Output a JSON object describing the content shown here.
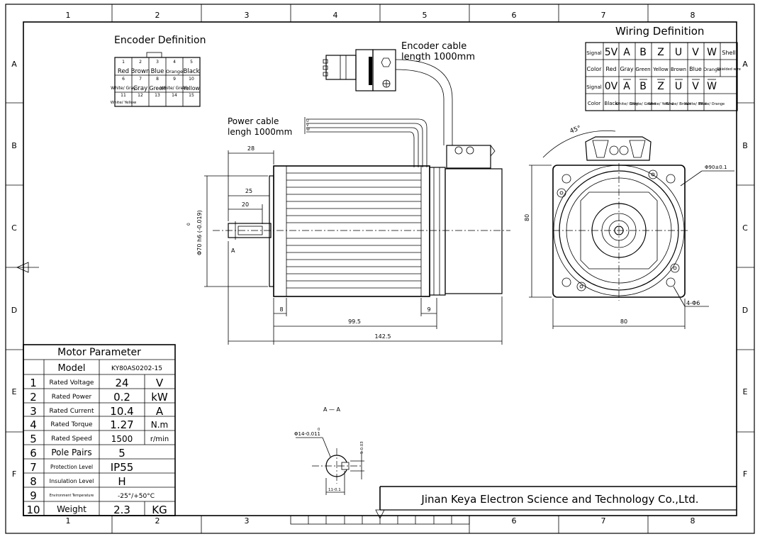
{
  "frame": {
    "col_numbers": [
      "1",
      "2",
      "3",
      "4",
      "5",
      "6",
      "7",
      "8"
    ],
    "bottom_col_numbers": [
      "1",
      "2",
      "3",
      "6",
      "7",
      "8"
    ],
    "row_letters": [
      "A",
      "B",
      "C",
      "D",
      "E",
      "F"
    ]
  },
  "encoder_def": {
    "title": "Encoder Definition",
    "cells": [
      {
        "num": "1",
        "label": "Red"
      },
      {
        "num": "2",
        "label": "Brown"
      },
      {
        "num": "3",
        "label": "Blue"
      },
      {
        "num": "4",
        "label": "Orange"
      },
      {
        "num": "5",
        "label": "Black"
      },
      {
        "num": "6",
        "label": "White/ Gray"
      },
      {
        "num": "7",
        "label": "Gray"
      },
      {
        "num": "8",
        "label": "Green"
      },
      {
        "num": "9",
        "label": "White/ Green"
      },
      {
        "num": "10",
        "label": "Yellow"
      },
      {
        "num": "11",
        "label": "White/ Yellow"
      },
      {
        "num": "12",
        "label": ""
      },
      {
        "num": "13",
        "label": ""
      },
      {
        "num": "14",
        "label": ""
      },
      {
        "num": "15",
        "label": ""
      }
    ]
  },
  "wiring": {
    "title": "Wiring Definition",
    "row1": [
      "Signal",
      "5V",
      "A",
      "B",
      "Z",
      "U",
      "V",
      "W",
      "Shell"
    ],
    "row2": [
      "Color",
      "Red",
      "Gray",
      "Green",
      "Yellow",
      "Brown",
      "Blue",
      "Orange",
      "Shielded wire"
    ],
    "row3": [
      "Signal",
      "0V",
      "A",
      "B",
      "Z",
      "U",
      "V",
      "W"
    ],
    "row4": [
      "Color",
      "Black",
      "White/ Gray",
      "White/ Green",
      "White/ Yellow",
      "White/ Brown",
      "White/ Blue",
      "White/ Orange"
    ]
  },
  "cables": {
    "encoder_line1": "Encoder cable",
    "encoder_line2": "length 1000mm",
    "power_line1": "Power cable",
    "power_line2": "lengh 1000mm",
    "uvw": [
      "U",
      "V",
      "W"
    ]
  },
  "dims": {
    "d28": "28",
    "d25": "25",
    "d20": "20",
    "dia70": "Φ70 h6 (-0.019)",
    "tol70_upper": "0",
    "sectionA": "A",
    "d8": "8",
    "d9": "9",
    "d995": "99.5",
    "d1425": "142.5",
    "ang45": "45°",
    "dia90": "Φ90±0.1",
    "h80": "80",
    "w80": "80",
    "holes": "4-Φ6",
    "section_title": "A — A",
    "shaft_dia": "Φ14-0.011",
    "shaft_dia_upper": "0",
    "key_w": "5-0.03",
    "key_h": "11-0.1"
  },
  "motor_param": {
    "title": "Motor Parameter",
    "model_label": "Model",
    "model_value": "KY80AS0202-15",
    "rows": [
      {
        "num": "1",
        "name": "Rated Voltage",
        "value": "24",
        "unit": "V"
      },
      {
        "num": "2",
        "name": "Rated Power",
        "value": "0.2",
        "unit": "kW"
      },
      {
        "num": "3",
        "name": "Rated Current",
        "value": "10.4",
        "unit": "A"
      },
      {
        "num": "4",
        "name": "Rated Torque",
        "value": "1.27",
        "unit": "N.m"
      },
      {
        "num": "5",
        "name": "Rated Speed",
        "value": "1500",
        "unit": "r/min"
      },
      {
        "num": "6",
        "name": "Pole Pairs",
        "value": "5",
        "unit": ""
      },
      {
        "num": "7",
        "name": "Protection Level",
        "value": "IP55",
        "unit": ""
      },
      {
        "num": "8",
        "name": "Insulation Level",
        "value": "H",
        "unit": ""
      },
      {
        "num": "9",
        "name": "Environment Temperature",
        "value": "-25°/+50°C",
        "unit": ""
      },
      {
        "num": "10",
        "name": "Weight",
        "value": "2.3",
        "unit": "KG"
      }
    ]
  },
  "company": "Jinan Keya Electron Science and Technology Co.,Ltd."
}
